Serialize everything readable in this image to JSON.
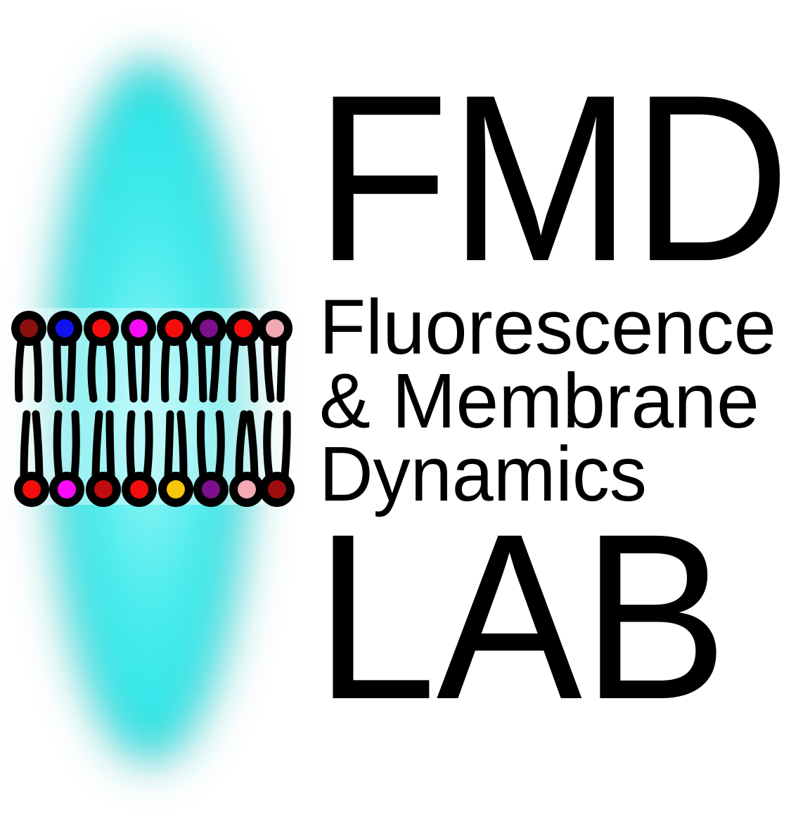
{
  "logo": {
    "acronym": "FMD",
    "name_lines": [
      "Fluorescence",
      "& Membrane",
      "Dynamics"
    ],
    "lab_label": "LAB"
  },
  "colors": {
    "background": "#ffffff",
    "text": "#000000",
    "glow_core": "#aef7f7",
    "glow_mid": "#4decee",
    "glow_edge": "#17e2e4",
    "glow_rim": "#1c2e2e",
    "membrane_outline": "#000000",
    "membrane_backdrop": "#ffffff"
  },
  "icons": {
    "glow": "fluorescence-glow-icon",
    "membrane": "lipid-bilayer-icon"
  },
  "membrane": {
    "top_row_head_colors": [
      "#8b1111",
      "#1212ef",
      "#f50d0d",
      "#f80cf8",
      "#f50d0d",
      "#7c0f8a",
      "#f50d0d",
      "#efaab4"
    ],
    "bottom_row_head_colors": [
      "#f50d0d",
      "#f80cf8",
      "#c00c0c",
      "#f50d0d",
      "#f5c60a",
      "#7c0f8a",
      "#f5aab4",
      "#9e0e0e"
    ]
  }
}
